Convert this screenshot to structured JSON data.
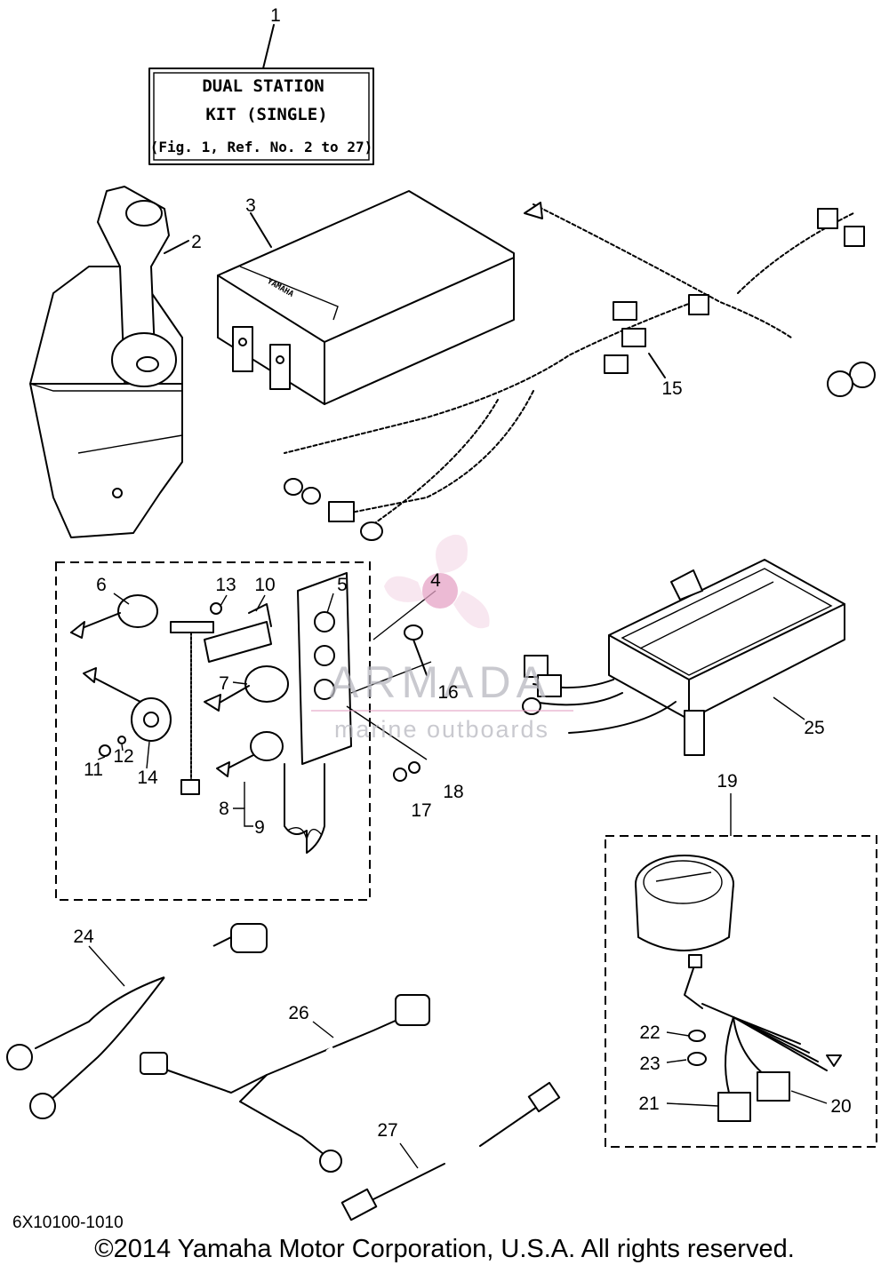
{
  "title_box": {
    "line1": "DUAL STATION",
    "line2": "KIT (SINGLE)",
    "line3": "(Fig. 1, Ref. No. 2 to 27)"
  },
  "callouts": [
    "1",
    "2",
    "3",
    "4",
    "5",
    "6",
    "7",
    "8",
    "9",
    "10",
    "11",
    "12",
    "13",
    "14",
    "15",
    "16",
    "17",
    "18",
    "19",
    "20",
    "21",
    "22",
    "23",
    "24",
    "25",
    "26",
    "27"
  ],
  "watermark": {
    "brand": "ARMADA",
    "tagline": "marine outboards",
    "color": "#e6a3c6"
  },
  "part_label": "YAMAHA",
  "footer": {
    "drawing_code": "6X10100-1010",
    "copyright": "©2014 Yamaha Motor Corporation, U.S.A. All rights reserved."
  }
}
